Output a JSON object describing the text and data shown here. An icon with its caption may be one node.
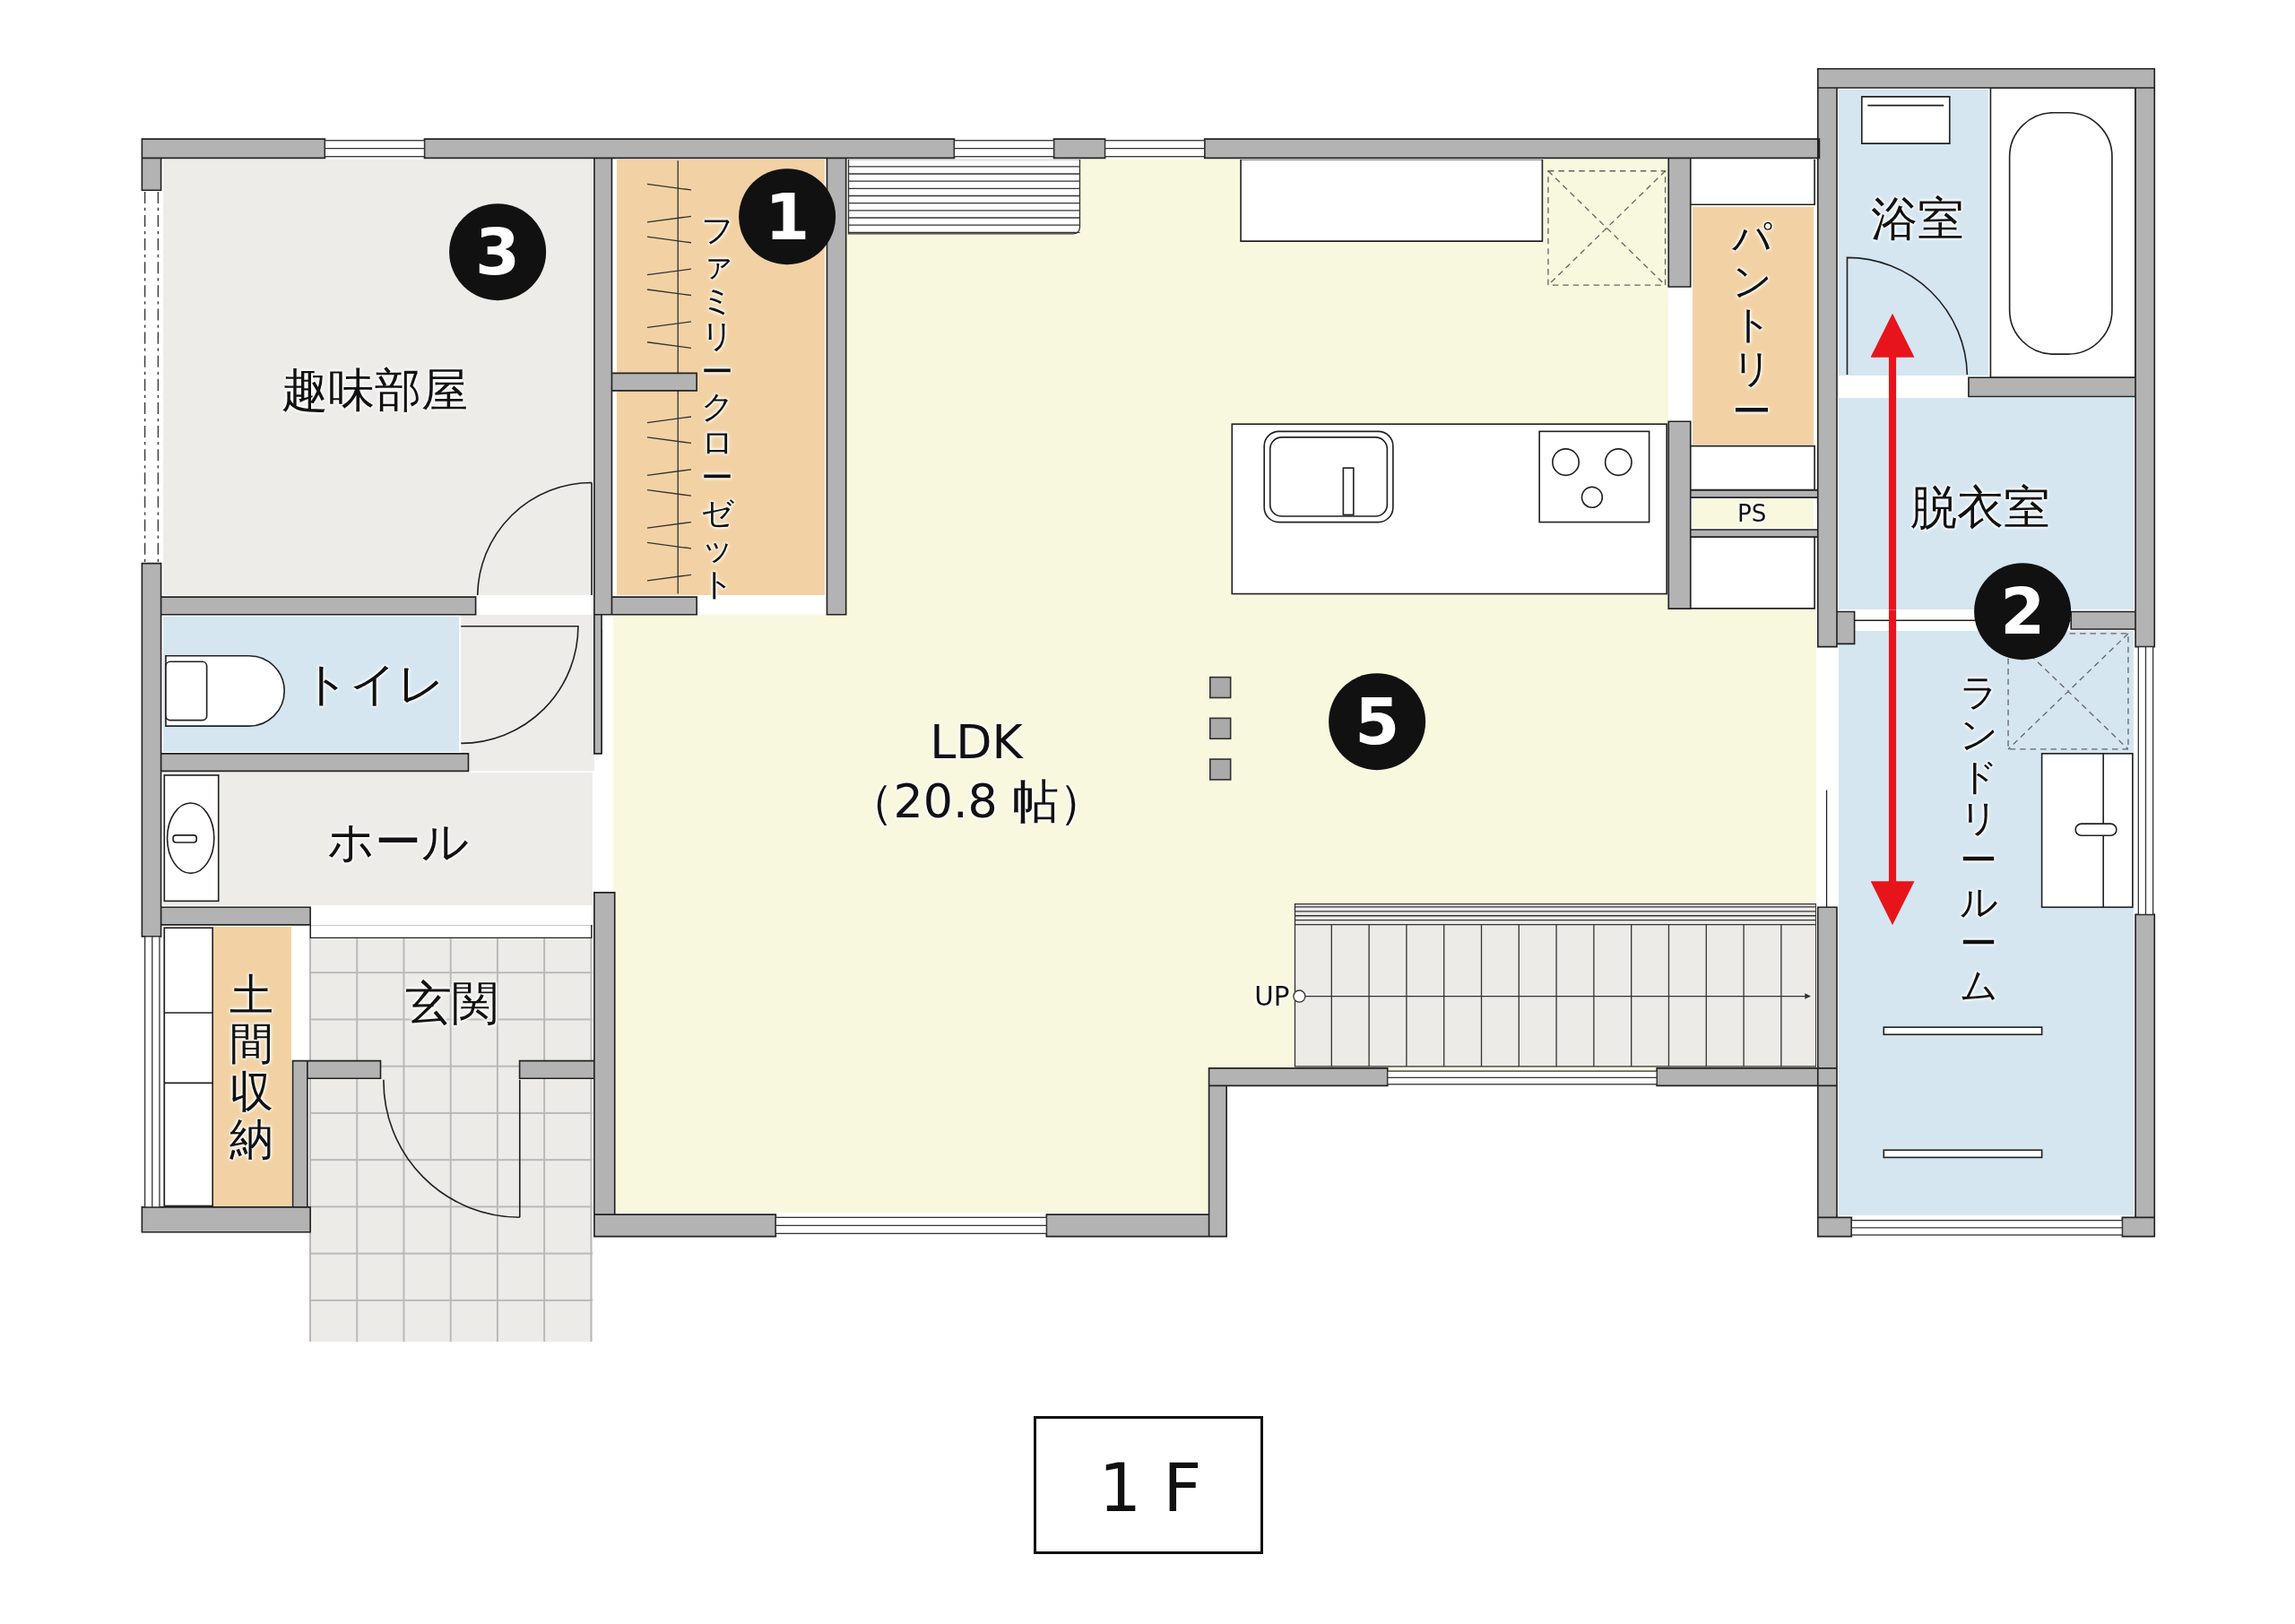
{
  "diagram": {
    "nodes": [
      {
        "text": [
          "趣味部屋"
        ]
      },
      {
        "text": [
          "ファミリークローゼット"
        ]
      },
      {
        "text": [
          "LDK",
          "（20.8 帖）"
        ]
      },
      {
        "text": [
          "パントリー"
        ]
      },
      {
        "text": [
          "PS"
        ]
      },
      {
        "text": [
          "浴室"
        ]
      },
      {
        "text": [
          "脱衣室"
        ]
      },
      {
        "text": [
          "トイレ"
        ]
      },
      {
        "text": [
          "ホール"
        ]
      },
      {
        "text": [
          "ランドリールーム"
        ]
      },
      {
        "text": [
          "土間収納"
        ]
      },
      {
        "text": [
          "玄関"
        ]
      },
      {
        "text": [
          "1 F"
        ]
      }
    ],
    "edges": [
      {
        "from": 6,
        "to": 5,
        "arrow": "to"
      },
      {
        "from": 6,
        "to": 9,
        "arrow": "to"
      }
    ],
    "labels": [
      "1",
      "3",
      "2",
      "5",
      "UP"
    ]
  }
}
